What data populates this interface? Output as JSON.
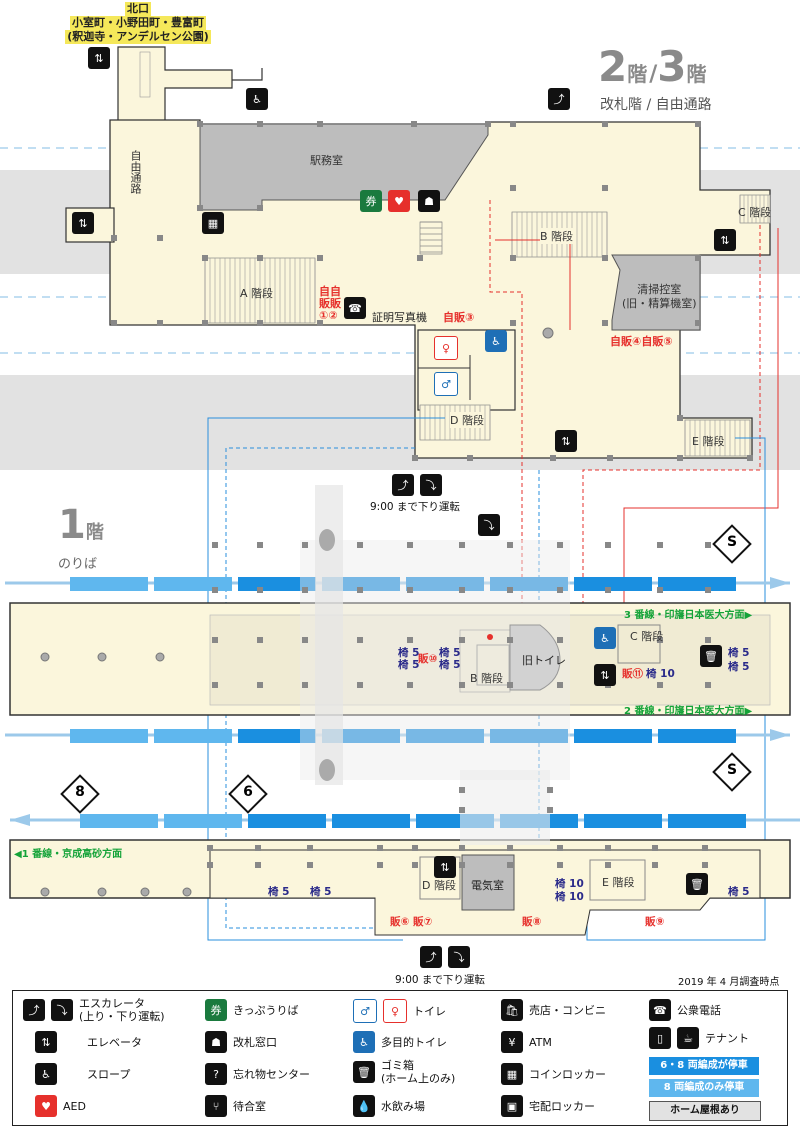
{
  "north_exit": {
    "line1": "北口",
    "line2": "小室町・小野田町・豊富町",
    "line3": "(釈迦寺・アンデルセン公園)"
  },
  "floor_2_3": {
    "num1": "2",
    "kai1": "階",
    "slash": "/",
    "num2": "3",
    "kai2": "階",
    "subtitle": "改札階 / 自由通路"
  },
  "floor_1": {
    "num": "1",
    "kai": "階",
    "subtitle": "のりば"
  },
  "rooms": {
    "free_passage": "自由通路",
    "station_office": "駅務室",
    "stairs_a": "A 階段",
    "stairs_b_upper": "B 階段",
    "stairs_c_upper": "C 階段",
    "stairs_d_upper": "D 階段",
    "stairs_e_upper": "E 階段",
    "cleaning_room": "清掃控室",
    "cleaning_room_sub": "(旧・精算機室)",
    "photo_booth": "証明写真機",
    "vending_12a": "自自",
    "vending_12b": "販販",
    "vending_12c": "①②",
    "vending_3": "自販③",
    "vending_45": "自販④自販⑤",
    "escalator_note_top": "9:00 まで下り運転",
    "escalator_note_bottom": "9:00 まで下り運転",
    "old_toilet": "旧トイレ",
    "stairs_b_lower": "B 階段",
    "stairs_c_lower": "C 階段",
    "stairs_d_lower": "D 階段",
    "stairs_e_lower": "E 階段",
    "electric_room": "電気室"
  },
  "platform_labels": {
    "track3": "3 番線・印旛日本医大方面▶",
    "track2": "2 番線・印旛日本医大方面▶",
    "track1": "◀1 番線・京成高砂方面"
  },
  "seats": {
    "s1": "椅 5",
    "s2": "椅 5",
    "s3": "椅 5",
    "s4": "椅 5",
    "vend10": "販⑩",
    "vend11": "販⑪",
    "s10": "椅 10",
    "s5a": "椅 5",
    "s5b": "椅 5",
    "b1": "椅 5",
    "b2": "椅 5",
    "b10a": "椅 10",
    "b10b": "椅 10",
    "b5": "椅 5",
    "vend67": "販⑥ 販⑦",
    "vend8": "販⑧",
    "vend9": "販⑨"
  },
  "car_markers": {
    "s1": "S",
    "s2": "S",
    "eight": "8",
    "six": "6"
  },
  "survey_date": "2019 年 4 月調査時点",
  "legend": {
    "escalator": "エスカレータ",
    "escalator_sub": "(上り・下り運転)",
    "elevator": "エレベータ",
    "slope": "スロープ",
    "aed": "AED",
    "ticket": "きっぷうりば",
    "ticket_gate": "改札窓口",
    "lost_found": "忘れ物センター",
    "waiting": "待合室",
    "toilet": "トイレ",
    "multi_toilet": "多目的トイレ",
    "trash": "ゴミ箱",
    "trash_sub": "(ホーム上のみ)",
    "water": "水飲み場",
    "shop": "売店・コンビニ",
    "atm": "ATM",
    "coin_locker": "コインロッカー",
    "delivery_locker": "宅配ロッカー",
    "phone": "公衆電話",
    "tenant": "テナント",
    "stop_68": "6・8 両編成が停車",
    "stop_8": "8 両編成のみ停車",
    "roof": "ホーム屋根あり"
  },
  "colors": {
    "concourse": "#fbf6dc",
    "office_grey": "#bdbdbd",
    "track_grey": "#e2e2e2",
    "car_blue_dark": "#1a8fe0",
    "car_blue_light": "#5fb7ee",
    "route_red": "#e6302c",
    "route_blue": "#2a8fdc",
    "platform_green": "#14a338"
  },
  "icons": [
    "escalator-icon",
    "elevator-icon",
    "slope-icon",
    "aed-icon",
    "ticket-icon",
    "ticket-gate-icon",
    "lost-found-icon",
    "waiting-room-icon",
    "toilet-icon",
    "multi-toilet-icon",
    "trash-icon",
    "water-icon",
    "shop-icon",
    "atm-icon",
    "coin-locker-icon",
    "delivery-locker-icon",
    "phone-icon",
    "tenant-icon"
  ]
}
